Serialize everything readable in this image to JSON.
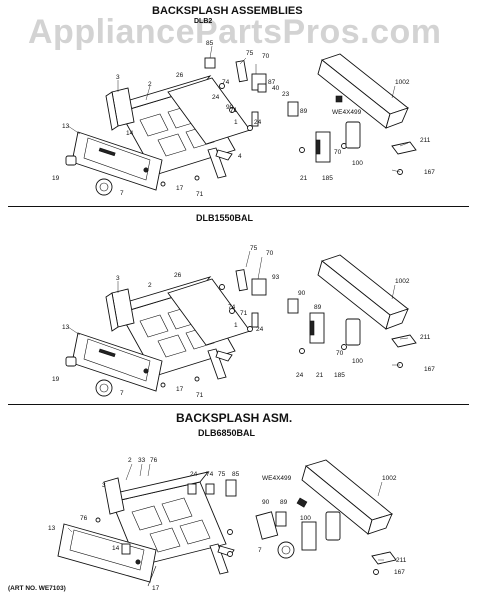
{
  "watermark": "AppliancePartsPros.com",
  "section_a": {
    "title": "BACKSPLASH ASSEMBLIES",
    "model": "DLB2",
    "labels": [
      "85",
      "75",
      "70",
      "87",
      "40",
      "3",
      "2",
      "26",
      "74",
      "24",
      "90",
      "23",
      "89",
      "1002",
      "WE4X499",
      "13",
      "14",
      "1",
      "24",
      "71",
      "4",
      "70",
      "100",
      "211",
      "19",
      "7",
      "17",
      "71",
      "21",
      "185",
      "167"
    ]
  },
  "section_b": {
    "model": "DLB1550BAL",
    "labels": [
      "75",
      "70",
      "93",
      "26",
      "1002",
      "3",
      "2",
      "74",
      "71",
      "90",
      "89",
      "13",
      "24",
      "211",
      "1",
      "70",
      "100",
      "19",
      "24",
      "21",
      "185",
      "167",
      "7",
      "17",
      "71"
    ]
  },
  "section_c": {
    "title": "BACKSPLASH ASM.",
    "model": "DLB6850BAL",
    "labels": [
      "2",
      "33",
      "76",
      "24",
      "74",
      "75",
      "85",
      "WE4X499",
      "1002",
      "3",
      "90",
      "89",
      "76",
      "100",
      "13",
      "14",
      "7",
      "211",
      "17",
      "167"
    ]
  },
  "art_no": "(ART NO. WE7103)"
}
